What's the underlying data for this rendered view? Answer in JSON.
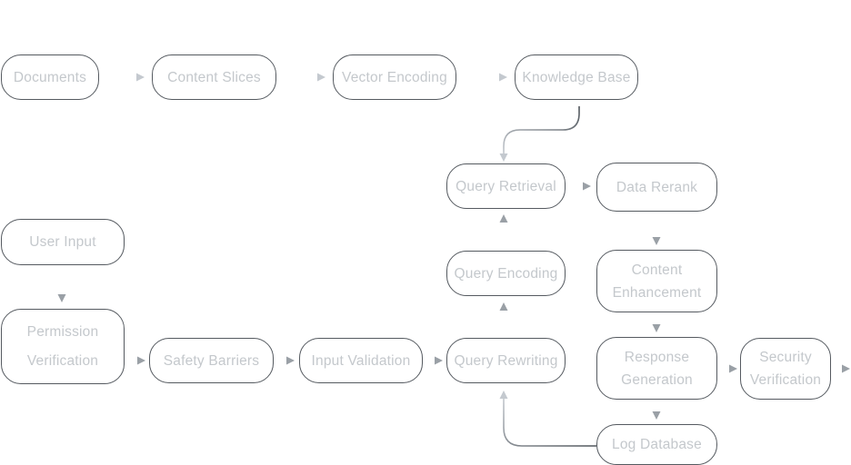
{
  "diagram": {
    "nodes": {
      "documents": "Documents",
      "content_slices": "Content Slices",
      "vector_encoding": "Vector Encoding",
      "knowledge_base": "Knowledge Base",
      "query_retrieval": "Query Retrieval",
      "data_rerank": "Data Rerank",
      "user_input": "User Input",
      "query_encoding": "Query Encoding",
      "content_enhancement": "Content Enhancement",
      "permission_verification": "Permission Verification",
      "safety_barriers": "Safety Barriers",
      "input_validation": "Input Validation",
      "query_rewriting": "Query Rewriting",
      "response_generation": "Response Generation",
      "security_verification": "Security Verification",
      "log_database": "Log Database"
    },
    "edges": [
      [
        "documents",
        "content_slices"
      ],
      [
        "content_slices",
        "vector_encoding"
      ],
      [
        "vector_encoding",
        "knowledge_base"
      ],
      [
        "knowledge_base",
        "query_retrieval"
      ],
      [
        "query_retrieval",
        "data_rerank"
      ],
      [
        "data_rerank",
        "content_enhancement"
      ],
      [
        "content_enhancement",
        "response_generation"
      ],
      [
        "response_generation",
        "security_verification"
      ],
      [
        "response_generation",
        "log_database"
      ],
      [
        "log_database",
        "query_rewriting"
      ],
      [
        "user_input",
        "permission_verification"
      ],
      [
        "permission_verification",
        "safety_barriers"
      ],
      [
        "safety_barriers",
        "input_validation"
      ],
      [
        "input_validation",
        "query_rewriting"
      ],
      [
        "query_rewriting",
        "query_encoding"
      ],
      [
        "query_encoding",
        "query_retrieval"
      ]
    ],
    "colors": {
      "node_border": "#555a60",
      "node_text": "#c4c8cc",
      "edge_light": "#c4c9cf",
      "edge_dark": "#4f555b"
    }
  }
}
